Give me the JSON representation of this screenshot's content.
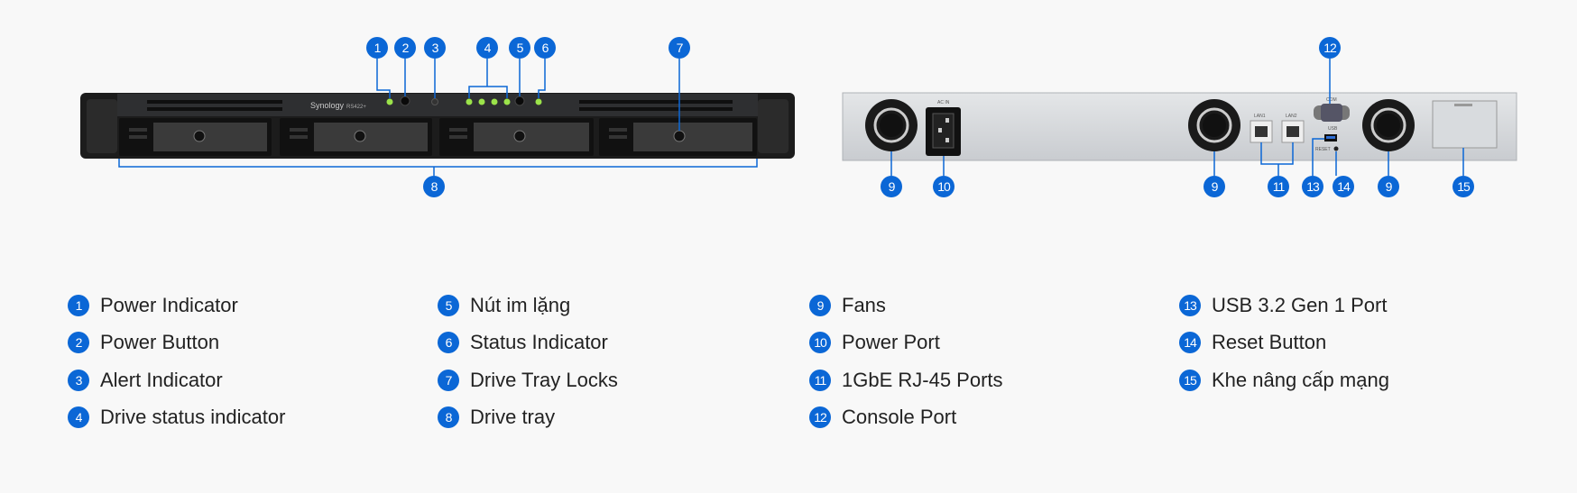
{
  "front_panel": {
    "brand": "Synology",
    "model": "RS422+",
    "callouts": [
      "1",
      "2",
      "3",
      "4",
      "5",
      "6",
      "7",
      "8"
    ]
  },
  "back_panel": {
    "port_labels": {
      "ac": "AC IN",
      "com": "COM",
      "lan1": "LAN1",
      "lan2": "LAN2",
      "usb": "USB",
      "reset": "RESET"
    },
    "callouts": [
      "9",
      "10",
      "9",
      "11",
      "13",
      "14",
      "9",
      "12",
      "15"
    ]
  },
  "legend": {
    "columns": [
      [
        {
          "num": "1",
          "label": "Power Indicator"
        },
        {
          "num": "2",
          "label": "Power Button"
        },
        {
          "num": "3",
          "label": "Alert Indicator"
        },
        {
          "num": "4",
          "label": "Drive status indicator"
        }
      ],
      [
        {
          "num": "5",
          "label": "Nút im lặng"
        },
        {
          "num": "6",
          "label": "Status Indicator"
        },
        {
          "num": "7",
          "label": "Drive Tray Locks"
        },
        {
          "num": "8",
          "label": "Drive tray"
        }
      ],
      [
        {
          "num": "9",
          "label": "Fans"
        },
        {
          "num": "10",
          "label": "Power Port"
        },
        {
          "num": "11",
          "label": "1GbE RJ-45 Ports"
        },
        {
          "num": "12",
          "label": "Console Port"
        }
      ],
      [
        {
          "num": "13",
          "label": "USB 3.2 Gen 1 Port"
        },
        {
          "num": "14",
          "label": "Reset Button"
        },
        {
          "num": "15",
          "label": "Khe nâng cấp mạng"
        }
      ]
    ]
  },
  "colors": {
    "accent": "#0b67d6",
    "led": "#9be34a"
  }
}
